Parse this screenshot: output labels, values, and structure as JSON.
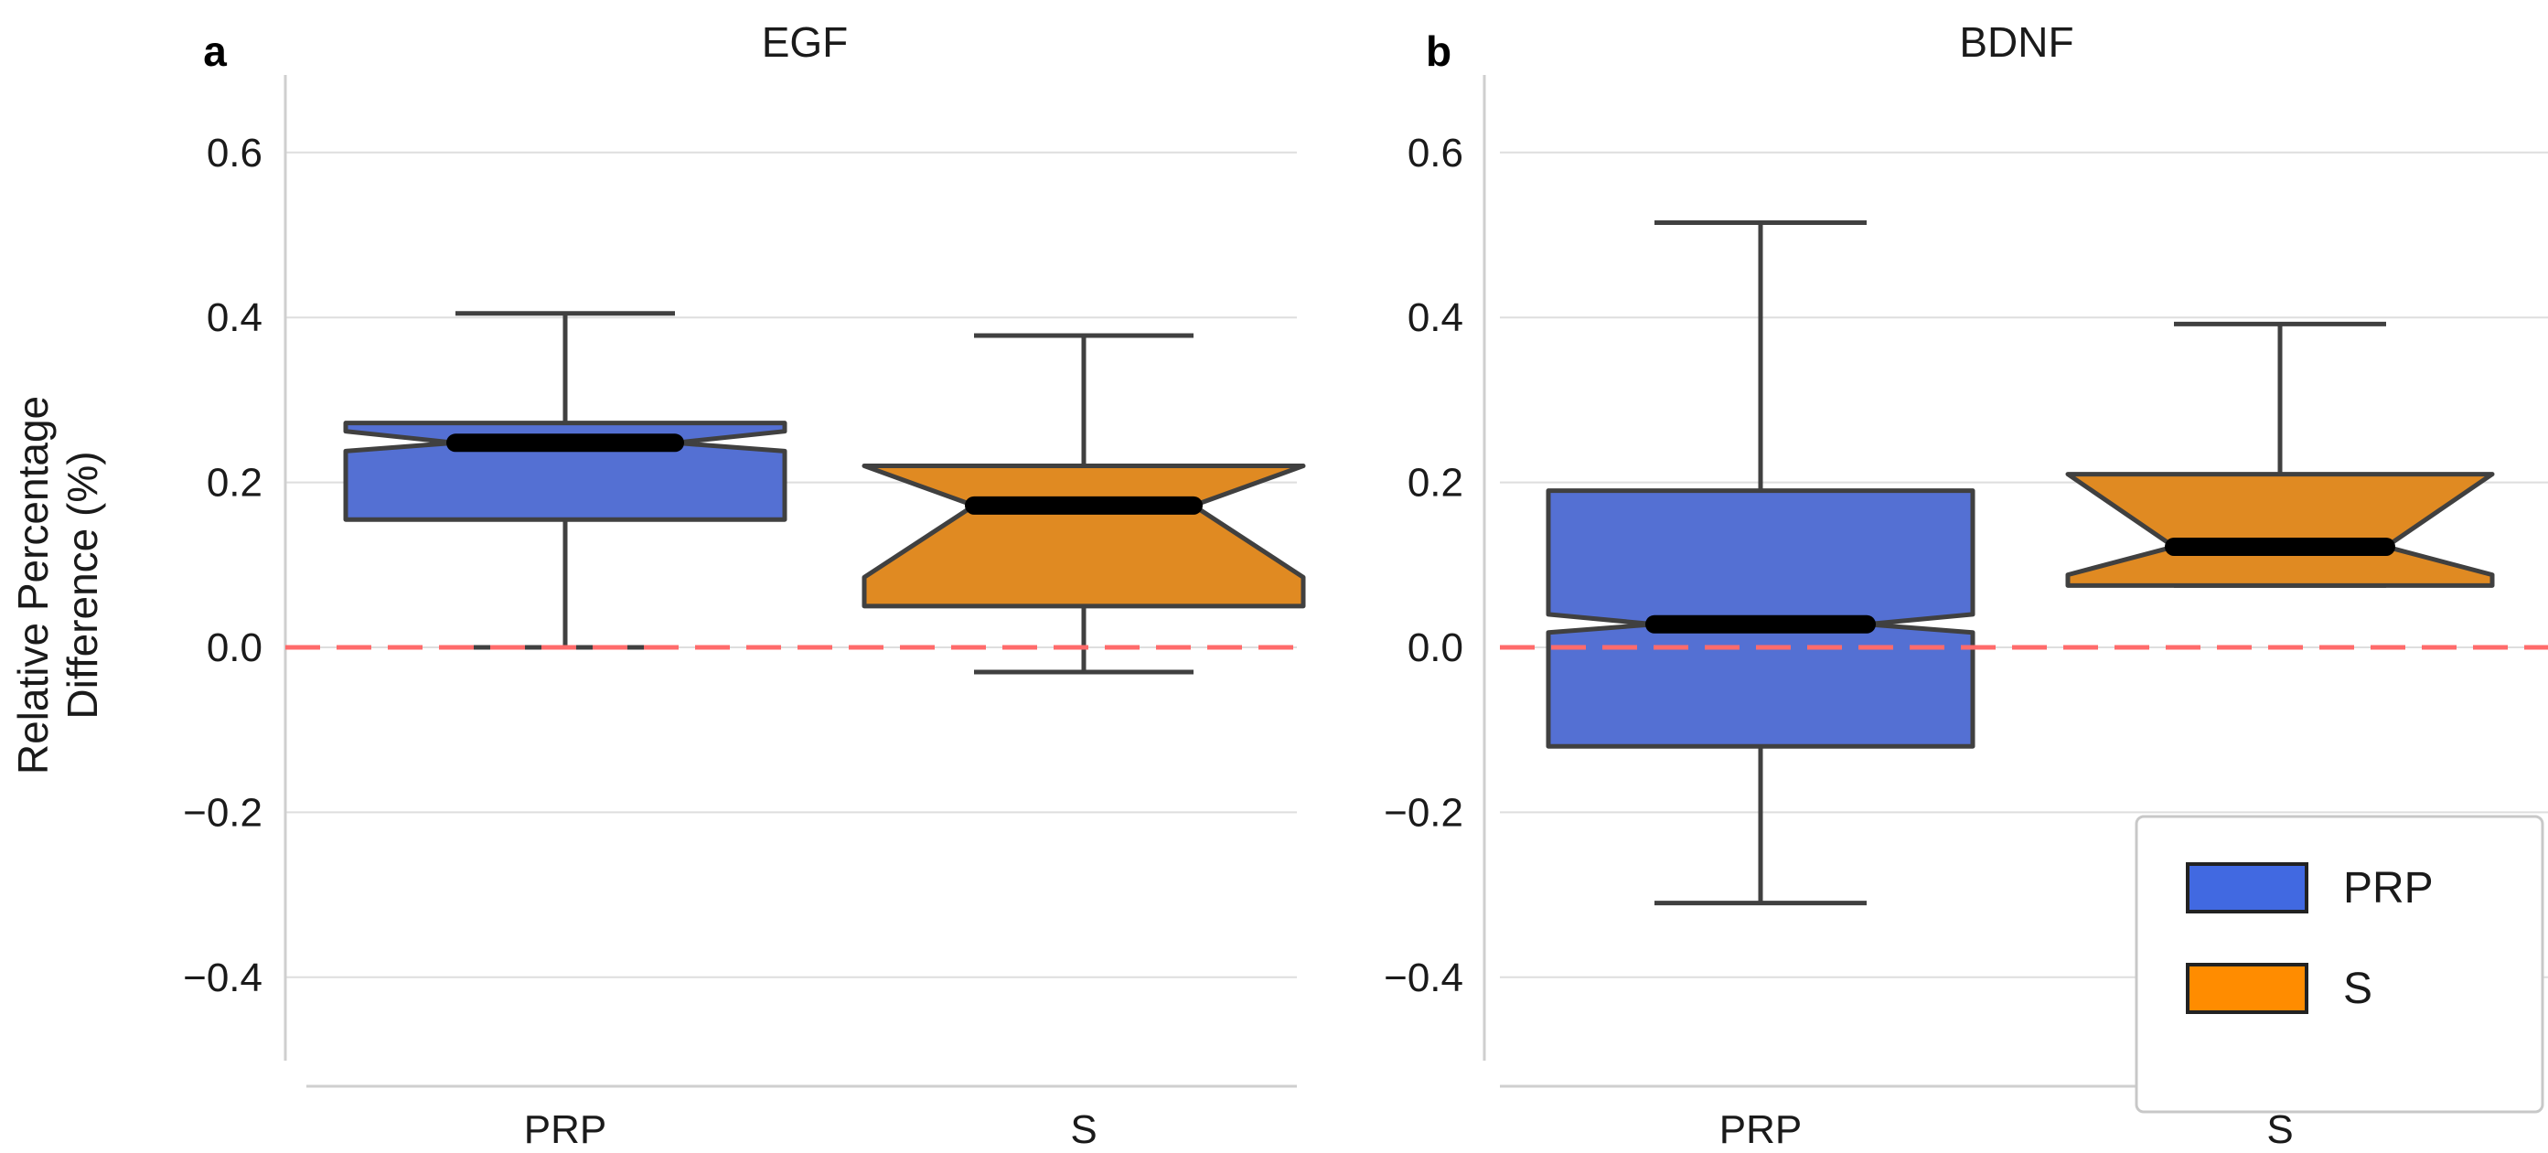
{
  "chart_data": [
    {
      "type": "box",
      "panel_label": "a",
      "title": "EGF",
      "ylabel": [
        "Relative Percentage",
        "Difference (%)"
      ],
      "categories": [
        "PRP",
        "S"
      ],
      "ylim": [
        -0.5,
        0.7
      ],
      "yticks": [
        -0.4,
        -0.2,
        0.0,
        0.2,
        0.4,
        0.6
      ],
      "ytick_labels": [
        "−0.4",
        "−0.2",
        "0.0",
        "0.2",
        "0.4",
        "0.6"
      ],
      "notched": true,
      "grid": "horizontal",
      "reference_line": {
        "y": 0.0,
        "color": "#ff6b6b",
        "style": "dashed"
      },
      "boxes": [
        {
          "category": "PRP",
          "whisker_low": 0.0,
          "q1": 0.155,
          "notch_low": 0.238,
          "median": 0.248,
          "notch_high": 0.262,
          "q3": 0.272,
          "whisker_high": 0.405,
          "color": "#5470d3"
        },
        {
          "category": "S",
          "whisker_low": -0.03,
          "q1": 0.05,
          "notch_low": 0.085,
          "median": 0.172,
          "notch_high": 0.22,
          "q3": 0.22,
          "whisker_high": 0.378,
          "color": "#e08a22"
        }
      ]
    },
    {
      "type": "box",
      "panel_label": "b",
      "title": "BDNF",
      "categories": [
        "PRP",
        "S"
      ],
      "ylim": [
        -0.5,
        0.7
      ],
      "yticks": [
        -0.4,
        -0.2,
        0.0,
        0.2,
        0.4,
        0.6
      ],
      "ytick_labels": [
        "−0.4",
        "−0.2",
        "0.0",
        "0.2",
        "0.4",
        "0.6"
      ],
      "notched": true,
      "grid": "horizontal",
      "reference_line": {
        "y": 0.0,
        "color": "#ff6b6b",
        "style": "dashed"
      },
      "legend": {
        "placement": "lower-right",
        "entries": [
          {
            "label": "PRP",
            "color": "#4169e1"
          },
          {
            "label": "S",
            "color": "#ff8c00"
          }
        ]
      },
      "boxes": [
        {
          "category": "PRP",
          "whisker_low": -0.31,
          "q1": -0.12,
          "notch_low": 0.018,
          "median": 0.028,
          "notch_high": 0.04,
          "q3": 0.19,
          "whisker_high": 0.515,
          "color": "#5470d3"
        },
        {
          "category": "S",
          "whisker_low": 0.075,
          "q1": 0.075,
          "notch_low": 0.088,
          "median": 0.122,
          "notch_high": 0.21,
          "q3": 0.21,
          "whisker_high": 0.392,
          "color": "#e08a22"
        }
      ]
    }
  ]
}
